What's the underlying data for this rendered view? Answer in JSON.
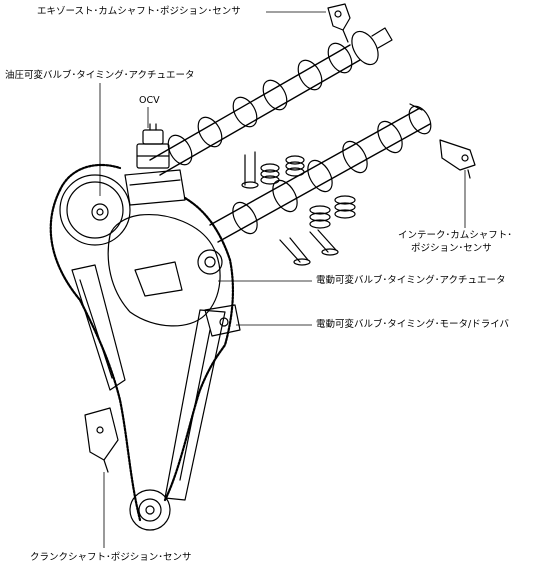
{
  "labels": {
    "exhaust_cam_sensor": "エキゾースト･カムシャフト･ポジション･センサ",
    "hydraulic_vvt_actuator": "油圧可変バルブ･タイミング･アクチュエータ",
    "ocv": "OCV",
    "intake_cam_sensor_line1": "インテーク･カムシャフト･",
    "intake_cam_sensor_line2": "ポジション･センサ",
    "electric_vvt_actuator": "電動可変バルブ･タイミング･アクチュエータ",
    "electric_vvt_motor_driver": "電動可変バルブ･タイミング･モータ/ドライバ",
    "crank_sensor": "クランクシャフト･ポジション･センサ"
  }
}
